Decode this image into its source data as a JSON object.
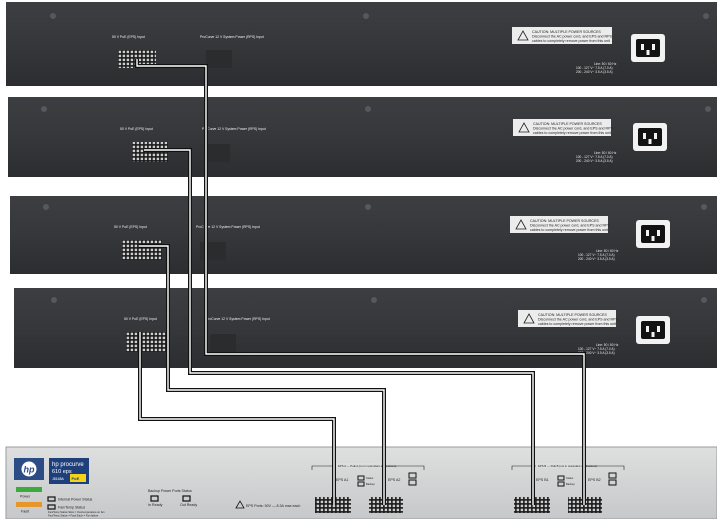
{
  "switches": [
    {
      "poe_label": "50 V PoE (EPS) Input",
      "rps_label": "ProCurve 12 V System Power (RPS) Input"
    },
    {
      "poe_label": "50 V PoE (EPS) Input",
      "rps_label": "ProCurve 12 V System Power (RPS) Input"
    },
    {
      "poe_label": "50 V PoE (EPS) Input",
      "rps_label": "ProCurve 12 V System Power (RPS) Input"
    },
    {
      "poe_label": "50 V PoE (EPS) Input",
      "rps_label": "ProCurve 12 V System Power (RPS) Input"
    }
  ],
  "caution": {
    "title": "CAUTION: MULTIPLE POWER SOURCES",
    "line1": "Disconnect the AC power cord, and EPS and RPS",
    "line2": "cables to completely remove power from this unit"
  },
  "ac_rating": {
    "line1": "Line: 50 / 60 Hz",
    "line2": "100 - 127 V~  7.5 A (7.0 A)",
    "line3": "200 - 240 V~  3.5 A (3.5 A)"
  },
  "eps_front": {
    "brand": "hp procurve",
    "model_line1": "610 eps",
    "model_line2": "J8168A",
    "poe_badge": "PoE",
    "power_label": "Power",
    "fault_label": "Fault",
    "internal_status": "Internal Power Status",
    "fan_temp_status": "Fan/Temp Status",
    "fine_print_1": "Fan/Temp Status Slow = Overtemperature on fan",
    "fine_print_2": "Fan/Temp Status = Fault Each = Fan failure",
    "backup_title": "Backup Power Ports Status",
    "in_ready": "In Ready",
    "out_ready": "Out Ready",
    "eps_ports_note": "EPS Ports: 50V  —  8.3A max each",
    "group_a_title": "EPS A  —  PoE  A  (not in redundant applications)",
    "group_b_title": "EPS B  —  PoE  B  (not in redundant applications)",
    "port_a1": "EPS A1",
    "port_a2": "EPS A2",
    "port_b1": "EPS B1",
    "port_b2": "EPS B2",
    "port_status": "Status",
    "port_backup": "Backup"
  }
}
